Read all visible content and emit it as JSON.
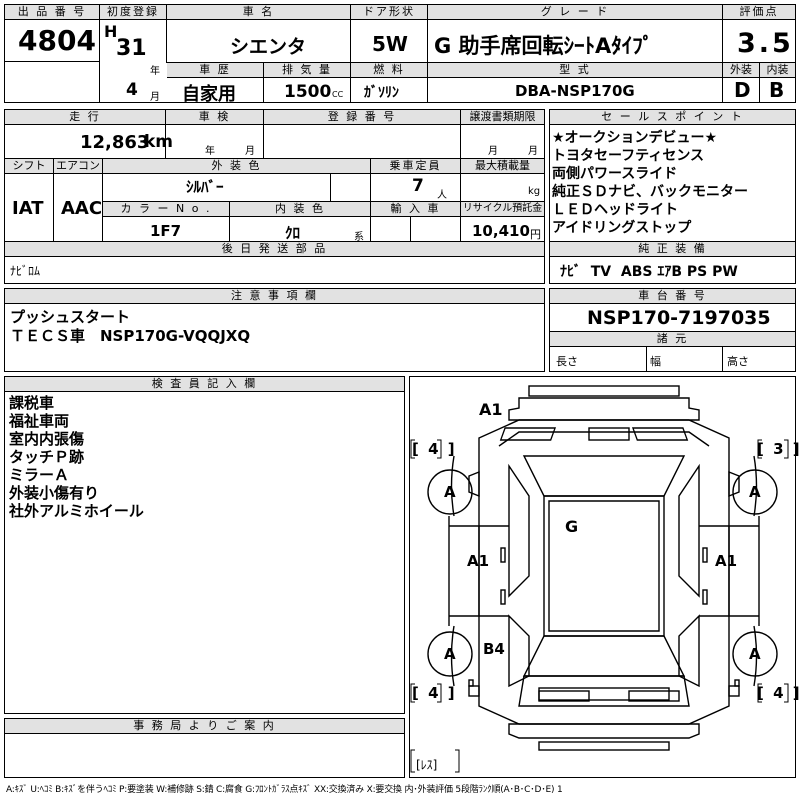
{
  "labels": {
    "lot_no": "出 品 番 号",
    "first_reg": "初度登録",
    "car_name": "車 名",
    "door": "ドア形状",
    "grade": "グ レ ー ド",
    "score": "評価点",
    "history": "車 歴",
    "displacement": "排 気 量",
    "fuel": "燃 料",
    "model_code": "型 式",
    "exterior": "外装",
    "interior": "内装",
    "mileage": "走 行",
    "inspection": "車 検",
    "reg_no": "登 録 番 号",
    "transfer_deadline": "譲渡書類期限",
    "selling_points": "セ ー ル ス ポ イ ン ト",
    "shift": "シフト",
    "aircon": "エアコン",
    "ext_color": "外 装 色",
    "capacity": "乗車定員",
    "max_load": "最大積載量",
    "color_no": "カ ラ ー N o .",
    "int_color": "内 装 色",
    "import": "輸 入 車",
    "recycle": "リサイクル預託金",
    "later_parts": "後 日 発 送 部 品",
    "genuine_equip": "純 正 装 備",
    "notes": "注 意 事 項 欄",
    "chassis_no": "車 台 番 号",
    "specs": "諸 元",
    "length": "長さ",
    "width": "幅",
    "height": "高さ",
    "inspector": "検 査 員 記 入 欄",
    "office": "事 務 局 よ り ご 案 内"
  },
  "units": {
    "year": "年",
    "month": "月",
    "cc": "CC",
    "km": "km",
    "person": "人",
    "kg": "kg",
    "kei": "系",
    "yen": "円"
  },
  "vehicle": {
    "lot_no": "4804",
    "era": "H",
    "year": "31",
    "month": "4",
    "car_name": "シエンタ",
    "door": "5W",
    "grade": "G 助手席回転ｼｰﾄAﾀｲﾌﾟ",
    "score": "3.5",
    "history": "自家用",
    "displacement": "1500",
    "fuel": "ｶﾞｿﾘﾝ",
    "model_code": "DBA-NSP170G",
    "exterior_grade": "D",
    "interior_grade": "B",
    "mileage": "12,863",
    "shift": "IAT",
    "aircon": "AAC",
    "ext_color": "ｼﾙﾊﾞｰ",
    "capacity": "7",
    "color_no": "1F7",
    "int_color": "ｸﾛ",
    "recycle": "10,410",
    "later_parts": "ﾅﾋﾞﾛﾑ",
    "genuine_equip": "ﾅﾋﾞ  TV  ABS ｴｱB PS PW",
    "chassis_no": "NSP170-7197035"
  },
  "selling_points": [
    "★オークションデビュー★",
    "トヨタセーフティセンス",
    "両側パワースライド",
    "純正ＳＤナビ、バックモニター",
    "ＬＥＤヘッドライト",
    "アイドリングストップ"
  ],
  "notes": [
    "プッシュスタート",
    "ＴＥＣＳ車　NSP170G-VQQJXQ"
  ],
  "inspector_notes": [
    "課税車",
    "福祉車両",
    "室内内張傷",
    "タッチＰ跡",
    "ミラーＡ",
    "外装小傷有り",
    "社外アルミホイール"
  ],
  "diagram": {
    "a1_top": "A1",
    "tread_fl": "[ 4 ]",
    "tread_fr": "[ 3 ]",
    "tread_rl": "[ 4 ]",
    "tread_rr": "[ 4 ]",
    "wheel_fl": "A",
    "wheel_fr": "A",
    "wheel_rl": "A",
    "wheel_rr": "A",
    "roof": "G",
    "left_door": "A1",
    "right_door": "A1",
    "rear_left": "B4",
    "spare": "[ﾚｽ]"
  },
  "legend": "A:ｷｽﾞ U:ﾍｺﾐ B:ｷｽﾞを伴うﾍｺﾐ P:要塗装 W:補修跡 S:錆 C:腐食 G:ﾌﾛﾝﾄｶﾞﾗｽ点ｷｽﾞ XX:交換済み X:要交換  内･外装評価 5段階ﾗﾝｸ順(A･B･C･D･E) 1"
}
